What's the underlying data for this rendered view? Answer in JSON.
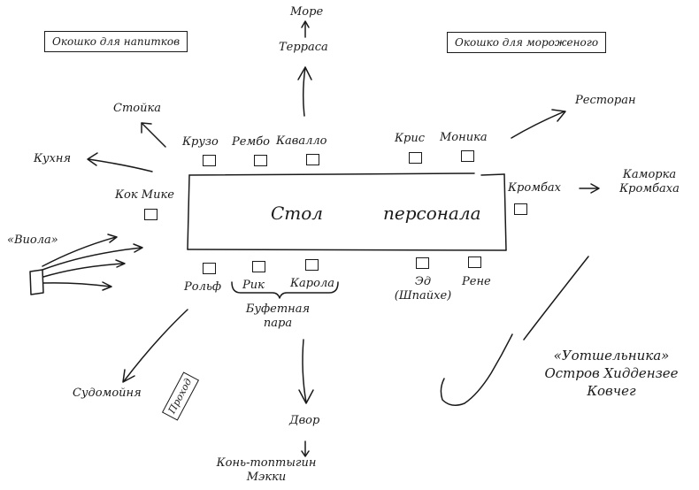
{
  "labels": {
    "sea": "Море",
    "terrace": "Терраса",
    "drinks_window": "Окошко для напитков",
    "icecream_window": "Окошко для мороженого",
    "counter": "Стойка",
    "restaurant": "Ресторан",
    "kitchen": "Кухня",
    "table_word1": "Стол",
    "table_word2": "персонала",
    "krombach_closet_line1": "Каморка",
    "krombach_closet_line2": "Кромбаха",
    "viola": "«Виола»",
    "dishwasher": "Судомойня",
    "passage": "Проход",
    "yard": "Двор",
    "skipper_line1": "Конь-топтыгин",
    "skipper_line2": "Мэкки",
    "buffet_line1": "Буфетная",
    "buffet_line2": "пара",
    "hermit_line1": "«Уотшельника»",
    "hermit_line2": "Остров Хиддензее",
    "hermit_line3": "Ковчег"
  },
  "people": {
    "kruzo": "Крузо",
    "rembo": "Рембо",
    "kavallo": "Кавалло",
    "kris": "Крис",
    "monika": "Моника",
    "kok_mike": "Кок Мике",
    "krombach": "Кромбах",
    "rolf": "Рольф",
    "rik": "Рик",
    "karola": "Карола",
    "ed_line1": "Эд",
    "ed_line2": "(Шпайхе)",
    "rene": "Рене"
  }
}
